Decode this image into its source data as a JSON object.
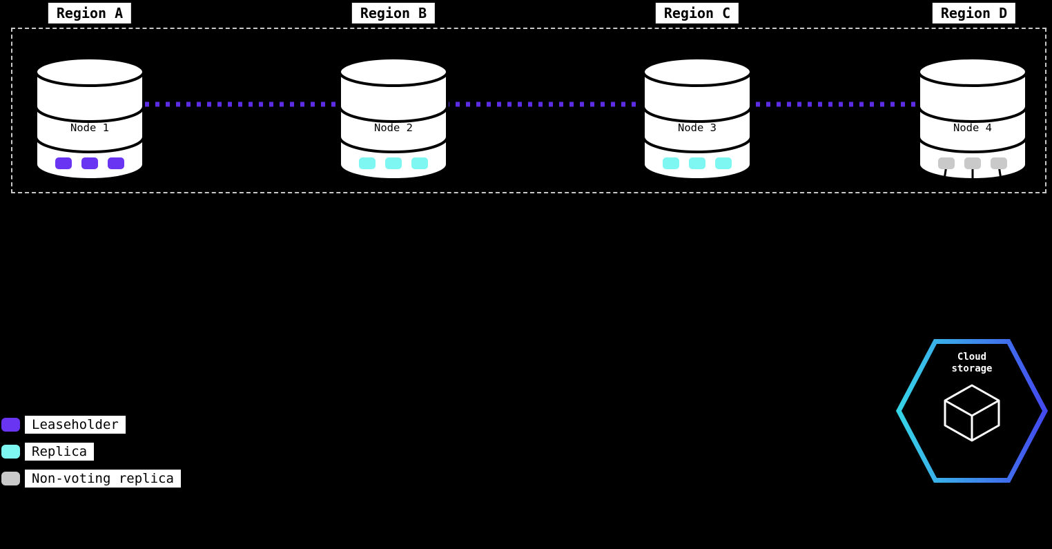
{
  "colors": {
    "background": "#000000",
    "leaseholder": "#6a35f2",
    "replica": "#7ef7f2",
    "non_voting": "#c9c9c9",
    "link": "#5d2de6",
    "hex_gradient_start": "#36d6e7",
    "hex_gradient_end": "#4448ef"
  },
  "regions": [
    {
      "label": "Region A",
      "node": "Node 1",
      "replica_type": "leaseholder"
    },
    {
      "label": "Region B",
      "node": "Node 2",
      "replica_type": "replica"
    },
    {
      "label": "Region C",
      "node": "Node 3",
      "replica_type": "replica"
    },
    {
      "label": "Region D",
      "node": "Node 4",
      "replica_type": "non_voting"
    }
  ],
  "legend": [
    {
      "label": "Leaseholder"
    },
    {
      "label": "Replica"
    },
    {
      "label": "Non-voting replica"
    }
  ],
  "cloud_storage": {
    "label": "Cloud storage"
  }
}
